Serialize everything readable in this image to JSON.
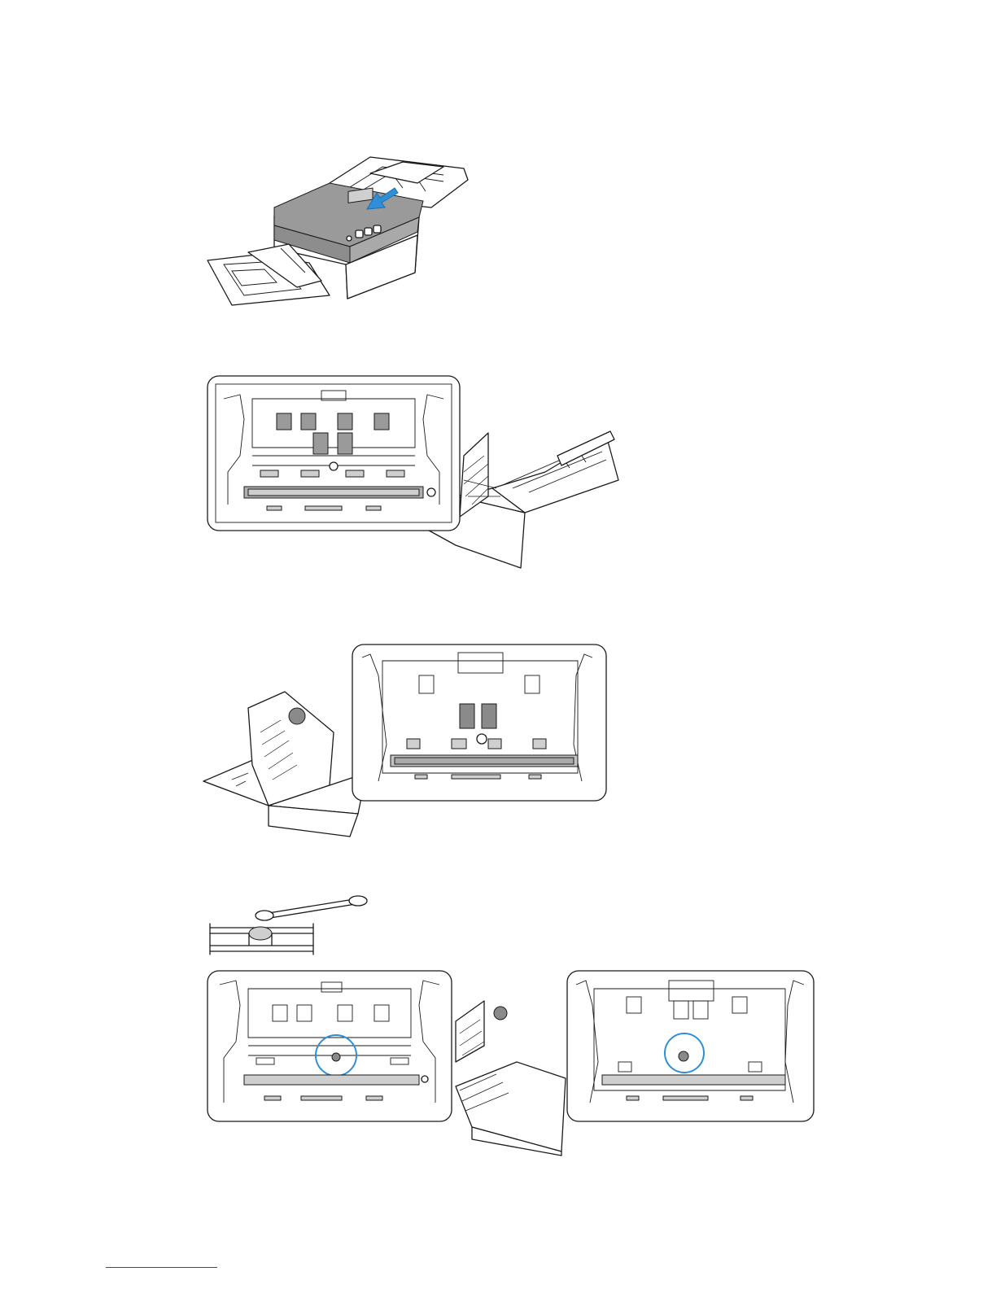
{
  "colors": {
    "line": "#1a1a1a",
    "scanner_body": "#9a9a9a",
    "arrow": "#2f8fd6",
    "highlight_circle": "#2f8fd6",
    "footer_rule": "#2a3bd6"
  },
  "figures": [
    {
      "name": "scanner-open-lid",
      "icon": "push-arrow-icon"
    },
    {
      "name": "scanner-inside-view-front"
    },
    {
      "name": "scanner-inside-view-lid"
    },
    {
      "name": "swab-cleaning-sensor",
      "icon": "cotton-swab-icon"
    }
  ]
}
